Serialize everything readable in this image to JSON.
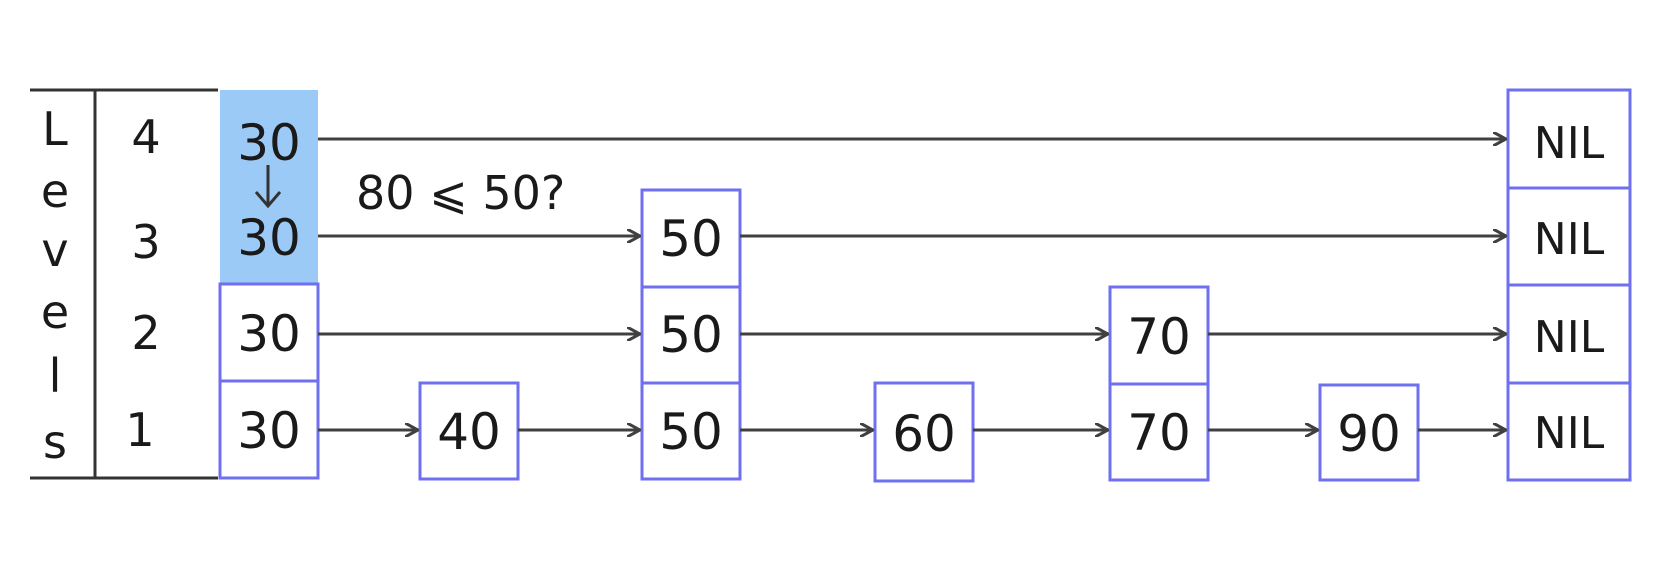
{
  "axis_label_letters": [
    "L",
    "e",
    "v",
    "e",
    "l",
    "s"
  ],
  "levels": [
    "4",
    "3",
    "2",
    "1"
  ],
  "nodes": [
    {
      "value": "30",
      "height": 4,
      "highlight_levels": [
        4,
        3
      ]
    },
    {
      "value": "40",
      "height": 1
    },
    {
      "value": "50",
      "height": 3
    },
    {
      "value": "60",
      "height": 1
    },
    {
      "value": "70",
      "height": 2
    },
    {
      "value": "90",
      "height": 1
    },
    {
      "value": "NIL",
      "height": 4
    }
  ],
  "annotation": "80 ⩽ 50?",
  "colors": {
    "box_border": "#6f6ff2",
    "highlight": "#9ccaf7",
    "arrow": "#404040",
    "text": "#1a1a1a"
  }
}
